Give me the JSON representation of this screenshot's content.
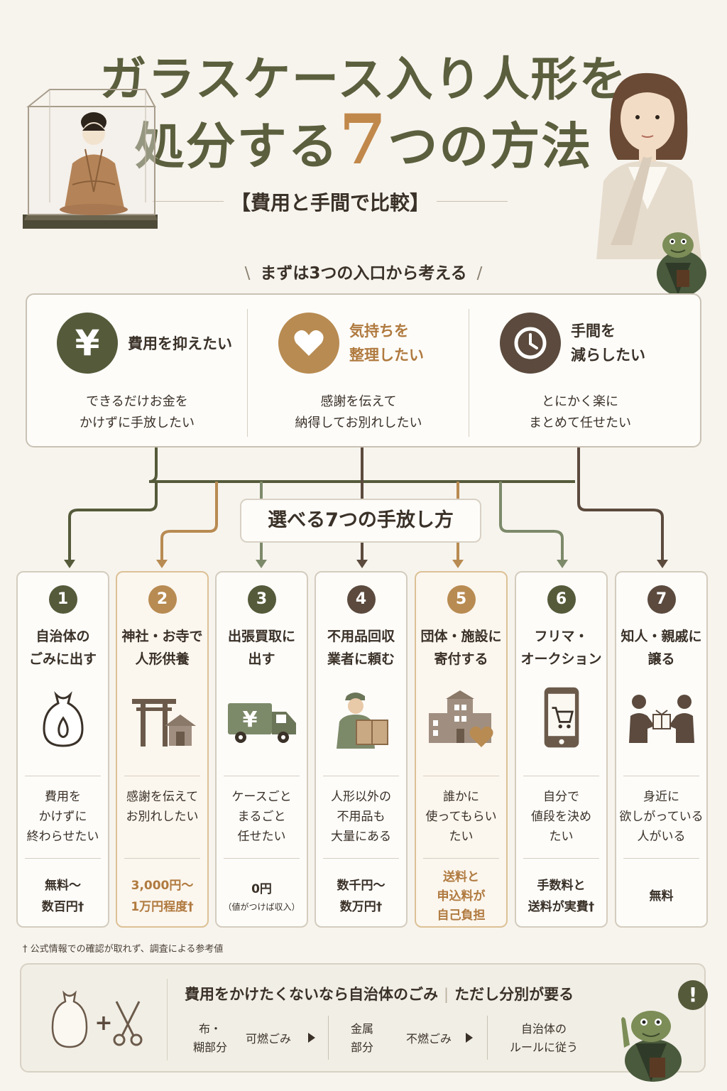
{
  "title": {
    "line1": "ガラスケース入り人形を",
    "line2_pre": "処分する",
    "line2_num": "7",
    "line2_post": "つの方法"
  },
  "subtitle": "【費用と手間で比較】",
  "entrance": {
    "heading": "まずは3つの入口から考える",
    "items": [
      {
        "icon": "yen-icon",
        "title_lines": [
          "費用を抑えたい"
        ],
        "desc_lines": [
          "できるだけお金を",
          "かけずに手放したい"
        ],
        "color": "#555a3a"
      },
      {
        "icon": "heart-icon",
        "title_lines": [
          "気持ちを",
          "整理したい"
        ],
        "desc_lines": [
          "感謝を伝えて",
          "納得してお別れしたい"
        ],
        "color": "#b88b52"
      },
      {
        "icon": "clock-icon",
        "title_lines": [
          "手間を",
          "減らしたい"
        ],
        "desc_lines": [
          "とにかく楽に",
          "まとめて任せたい"
        ],
        "color": "#5b4a3d"
      }
    ]
  },
  "methods_heading": "選べる7つの手放し方",
  "methods": [
    {
      "num": "1",
      "title_lines": [
        "自治体の",
        "ごみに出す"
      ],
      "icon": "garbage-bag-icon",
      "desc_lines": [
        "費用を",
        "かけずに",
        "終わらせたい"
      ],
      "cost_lines": [
        "無料～",
        "数百円†"
      ],
      "cost_note": "",
      "color": "#555a3a",
      "cost_color": "#3a3128",
      "gold": false
    },
    {
      "num": "2",
      "title_lines": [
        "神社・お寺で",
        "人形供養"
      ],
      "icon": "shrine-icon",
      "desc_lines": [
        "感謝を伝えて",
        "お別れしたい"
      ],
      "cost_lines": [
        "3,000円～",
        "1万円程度†"
      ],
      "cost_note": "",
      "color": "#b88b52",
      "cost_color": "#b07a3f",
      "gold": true
    },
    {
      "num": "3",
      "title_lines": [
        "出張買取に",
        "出す"
      ],
      "icon": "truck-icon",
      "desc_lines": [
        "ケースごと",
        "まるごと",
        "任せたい"
      ],
      "cost_lines": [
        "0円"
      ],
      "cost_note": "（値がつけば収入）",
      "color": "#555a3a",
      "cost_color": "#3a3128",
      "gold": false
    },
    {
      "num": "4",
      "title_lines": [
        "不用品回収",
        "業者に頼む"
      ],
      "icon": "mover-icon",
      "desc_lines": [
        "人形以外の",
        "不用品も",
        "大量にある"
      ],
      "cost_lines": [
        "数千円～",
        "数万円†"
      ],
      "cost_note": "",
      "color": "#5b4a3d",
      "cost_color": "#3a3128",
      "gold": false
    },
    {
      "num": "5",
      "title_lines": [
        "団体・施設に",
        "寄付する"
      ],
      "icon": "facility-heart-icon",
      "desc_lines": [
        "誰かに",
        "使ってもらい",
        "たい"
      ],
      "cost_lines": [
        "送料と",
        "申込料が",
        "自己負担"
      ],
      "cost_note": "",
      "color": "#b88b52",
      "cost_color": "#b07a3f",
      "gold": true
    },
    {
      "num": "6",
      "title_lines": [
        "フリマ・",
        "オークション"
      ],
      "icon": "smartphone-cart-icon",
      "desc_lines": [
        "自分で",
        "値段を決め",
        "たい"
      ],
      "cost_lines": [
        "手数料と",
        "送料が実費†"
      ],
      "cost_note": "",
      "color": "#555a3a",
      "cost_color": "#3a3128",
      "gold": false
    },
    {
      "num": "7",
      "title_lines": [
        "知人・親戚に",
        "譲る"
      ],
      "icon": "gift-handover-icon",
      "desc_lines": [
        "身近に",
        "欲しがっている",
        "人がいる"
      ],
      "cost_lines": [
        "無料"
      ],
      "cost_note": "",
      "color": "#5b4a3d",
      "cost_color": "#3a3128",
      "gold": false
    }
  ],
  "footnote": "† 公式情報での確認が取れず、調査による参考値",
  "tip": {
    "headline_main": "費用をかけたくないなら自治体のごみ",
    "headline_sub": "ただし分別が要る",
    "items": [
      {
        "label_lines": [
          "布・",
          "糊部分"
        ],
        "result": "可燃ごみ"
      },
      {
        "label_lines": [
          "金属",
          "部分"
        ],
        "result": "不燃ごみ"
      },
      {
        "label_lines": [
          "自治体の",
          "ルールに従う"
        ],
        "result": ""
      }
    ],
    "plus": "+",
    "badge": "!"
  }
}
